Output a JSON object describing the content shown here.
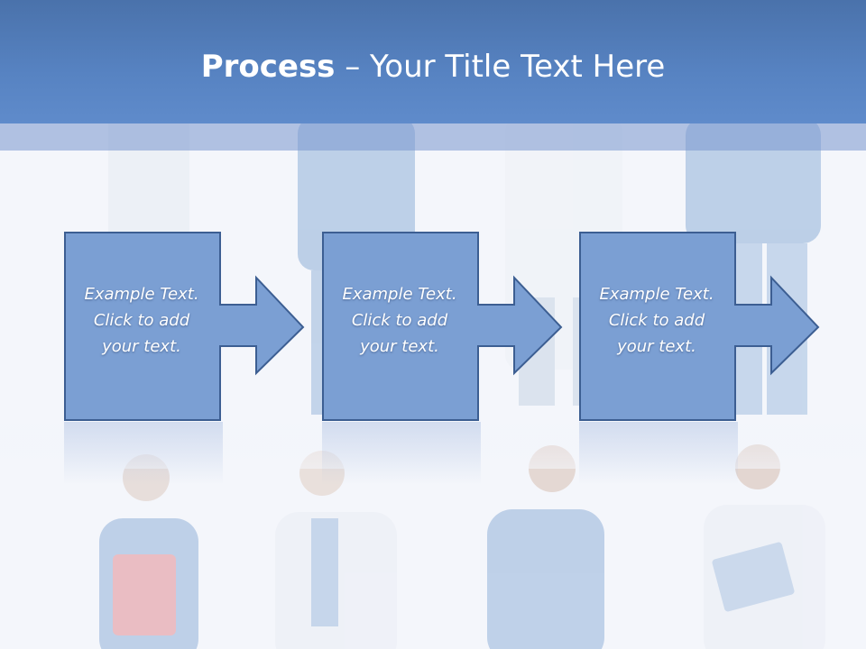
{
  "slide": {
    "title_bold": "Process",
    "title_rest": " – Your Title Text Here"
  },
  "steps": [
    {
      "line1": "Example Text.",
      "line2": "Click  to add",
      "line3": "your text."
    },
    {
      "line1": "Example Text.",
      "line2": "Click  to add",
      "line3": "your text."
    },
    {
      "line1": "Example Text.",
      "line2": "Click  to add",
      "line3": "your text."
    }
  ],
  "colors": {
    "header": "#5783c2",
    "box_fill": "#7b9fd3",
    "box_stroke": "#3c5e92",
    "text": "#ffffff"
  },
  "icons": [
    "arrow-right-icon"
  ]
}
